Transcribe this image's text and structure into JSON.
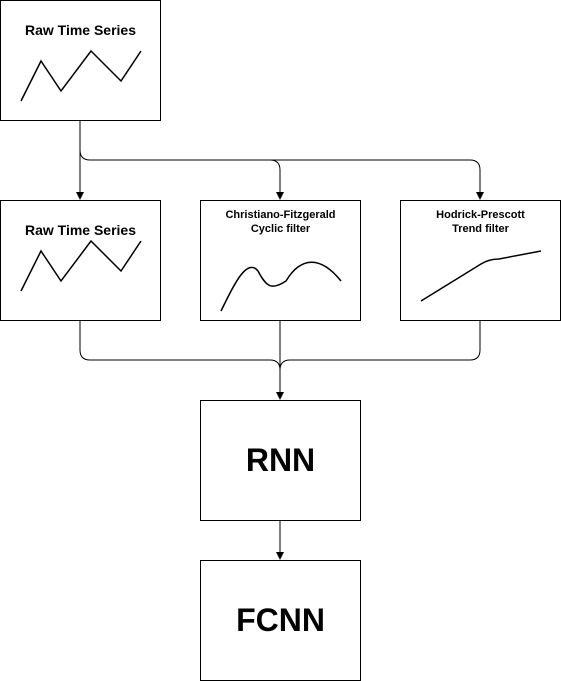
{
  "diagram": {
    "source_box": {
      "title": "Raw Time Series",
      "icon": "zigzag-series-icon"
    },
    "branches": [
      {
        "title": "Raw Time Series",
        "icon": "zigzag-series-icon"
      },
      {
        "title": "Christiano-Fitzgerald\nCyclic filter",
        "icon": "cyclic-wave-icon"
      },
      {
        "title": "Hodrick-Prescott\nTrend filter",
        "icon": "trend-line-icon"
      }
    ],
    "rnn_box": {
      "label": "RNN"
    },
    "fcnn_box": {
      "label": "FCNN"
    },
    "colors": {
      "stroke": "#000000",
      "background": "#ffffff"
    }
  }
}
